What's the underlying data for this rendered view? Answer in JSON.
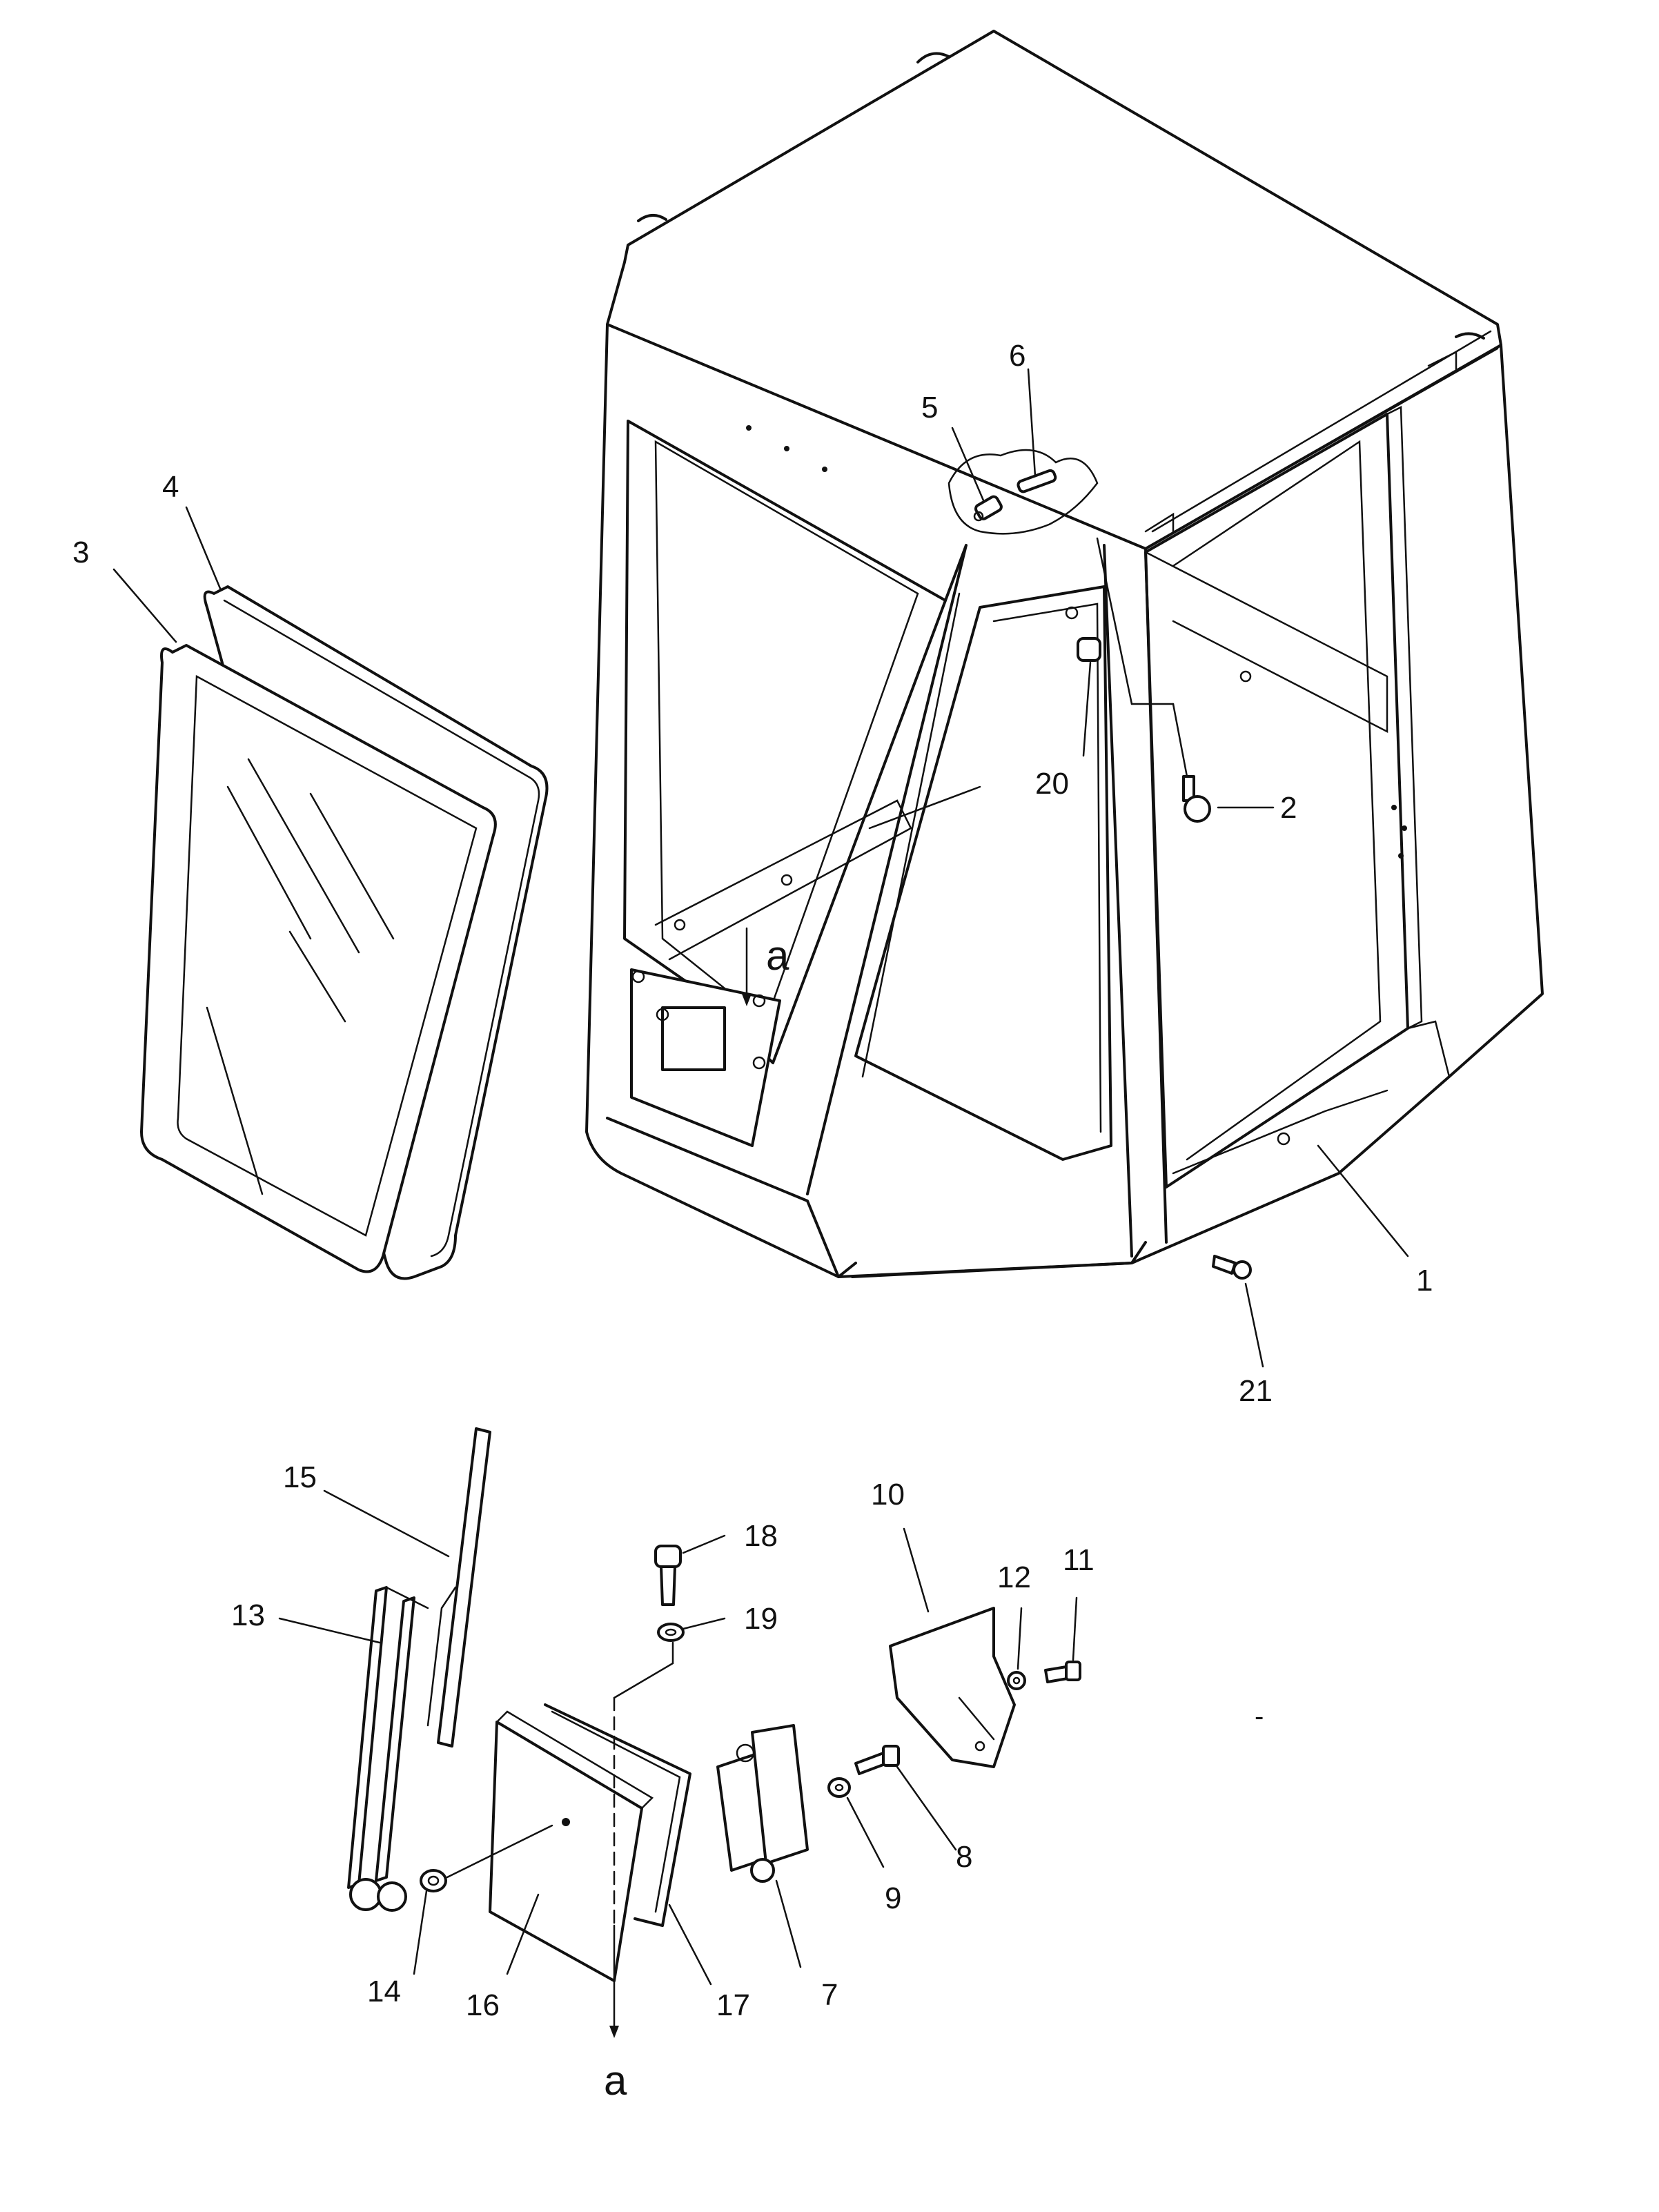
{
  "callouts": {
    "c1": "1",
    "c2": "2",
    "c3": "3",
    "c4": "4",
    "c5": "5",
    "c6": "6",
    "c7": "7",
    "c8": "8",
    "c9": "9",
    "c10": "10",
    "c11": "11",
    "c12": "12",
    "c13": "13",
    "c14": "14",
    "c15": "15",
    "c16": "16",
    "c17": "17",
    "c18": "18",
    "c19": "19",
    "c20": "20",
    "c21": "21"
  },
  "refs": {
    "upper": "a",
    "lower": "a"
  },
  "dash_mark": "-"
}
